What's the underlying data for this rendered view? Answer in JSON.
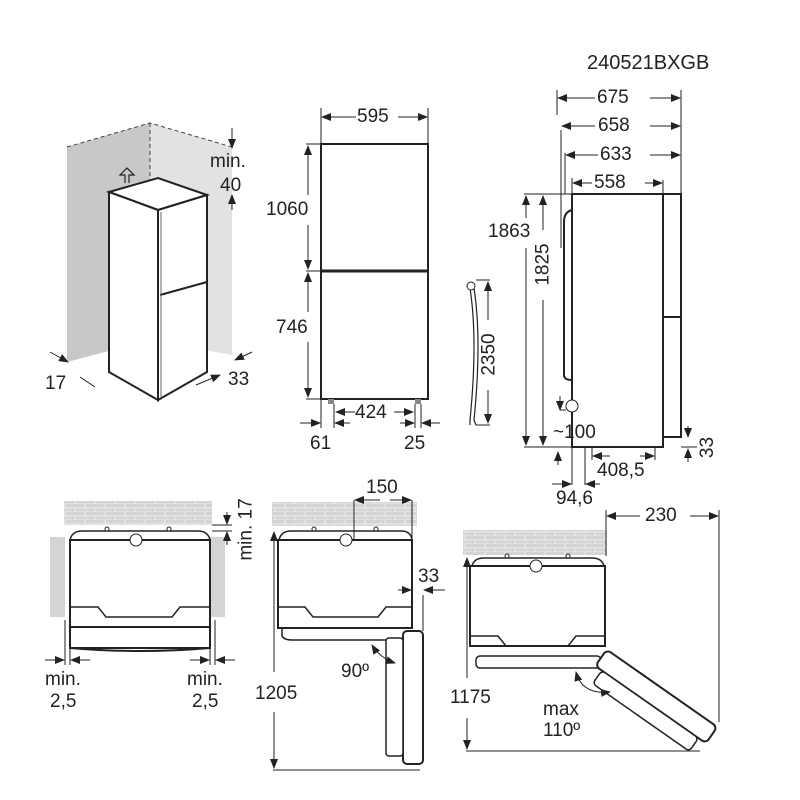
{
  "model_code": "240521BXGB",
  "isometric_view": {
    "top_clearance_label": "min.",
    "top_clearance_value": "40",
    "left_side_gap": "17",
    "right_side_gap": "33"
  },
  "front_view": {
    "width": "595",
    "upper_height": "1060",
    "lower_height": "746",
    "feet_span": "424",
    "left_foot_offset": "61",
    "right_foot_offset": "25"
  },
  "power_cord": {
    "length": "2350"
  },
  "side_view": {
    "depth_total": "675",
    "depth_658": "658",
    "depth_633": "633",
    "depth_body": "558",
    "height_total": "1863",
    "height_body": "1825",
    "plug_height": "~100",
    "foot_depth": "408,5",
    "rear_offset": "94,6",
    "base_gap": "33"
  },
  "top_view_clearance": {
    "rear_gap_label": "min. 17",
    "left_gap_label": "min.",
    "left_gap_value": "2,5",
    "right_gap_label": "min.",
    "right_gap_value": "2,5"
  },
  "top_view_90": {
    "door_projection": "150",
    "side_gap": "33",
    "angle": "90º",
    "total_depth": "1205"
  },
  "top_view_110": {
    "door_projection": "230",
    "angle_label": "max",
    "angle": "110º",
    "total_depth": "1175"
  }
}
